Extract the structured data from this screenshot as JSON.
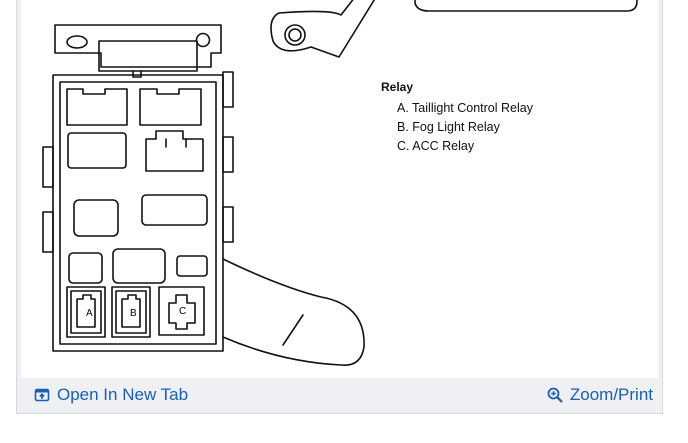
{
  "legend": {
    "title": "Relay",
    "items": [
      "A. Taillight Control Relay",
      "B. Fog Light Relay",
      "C. ACC Relay"
    ]
  },
  "diagram_labels": {
    "a": "A",
    "b": "B",
    "c": "C"
  },
  "actions": {
    "open_new_tab": "Open In New Tab",
    "zoom_print": "Zoom/Print"
  },
  "colors": {
    "link": "#1a5fb4",
    "line": "#111111",
    "footer_bg": "#eef0f3"
  },
  "icons": {
    "open_new_tab": "open-new-tab-icon",
    "zoom": "zoom-in-icon"
  }
}
